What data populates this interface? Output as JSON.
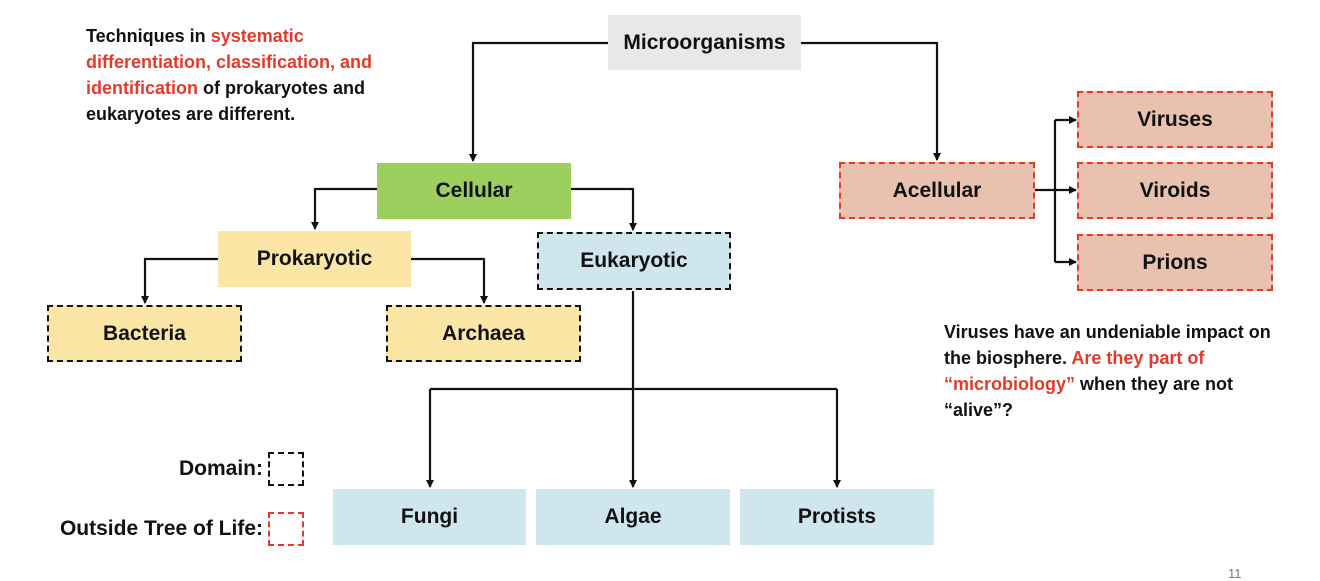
{
  "nodes": {
    "microorganisms": "Microorganisms",
    "cellular": "Cellular",
    "acellular": "Acellular",
    "prokaryotic": "Prokaryotic",
    "eukaryotic": "Eukaryotic",
    "bacteria": "Bacteria",
    "archaea": "Archaea",
    "fungi": "Fungi",
    "algae": "Algae",
    "protists": "Protists",
    "viruses": "Viruses",
    "viroids": "Viroids",
    "prions": "Prions"
  },
  "note_left": {
    "part1": "Techniques in ",
    "highlight": "systematic differentiation, classification, and identification",
    "part2": " of prokaryotes and eukaryotes are different."
  },
  "note_right": {
    "part1": "Viruses have an undeniable impact on the biosphere. ",
    "highlight": "Are they part of “microbiology”",
    "part2": " when they are not “alive”?"
  },
  "legend": {
    "domain": "Domain:",
    "outside": "Outside Tree of Life:"
  },
  "page_number": "11",
  "colors": {
    "accent_red": "#e43a2c",
    "gray": "#e8e8e8",
    "green": "#9dcf5f",
    "yellow": "#fbe6a6",
    "blue": "#cfe6ee",
    "pink": "#e8c2ae"
  }
}
